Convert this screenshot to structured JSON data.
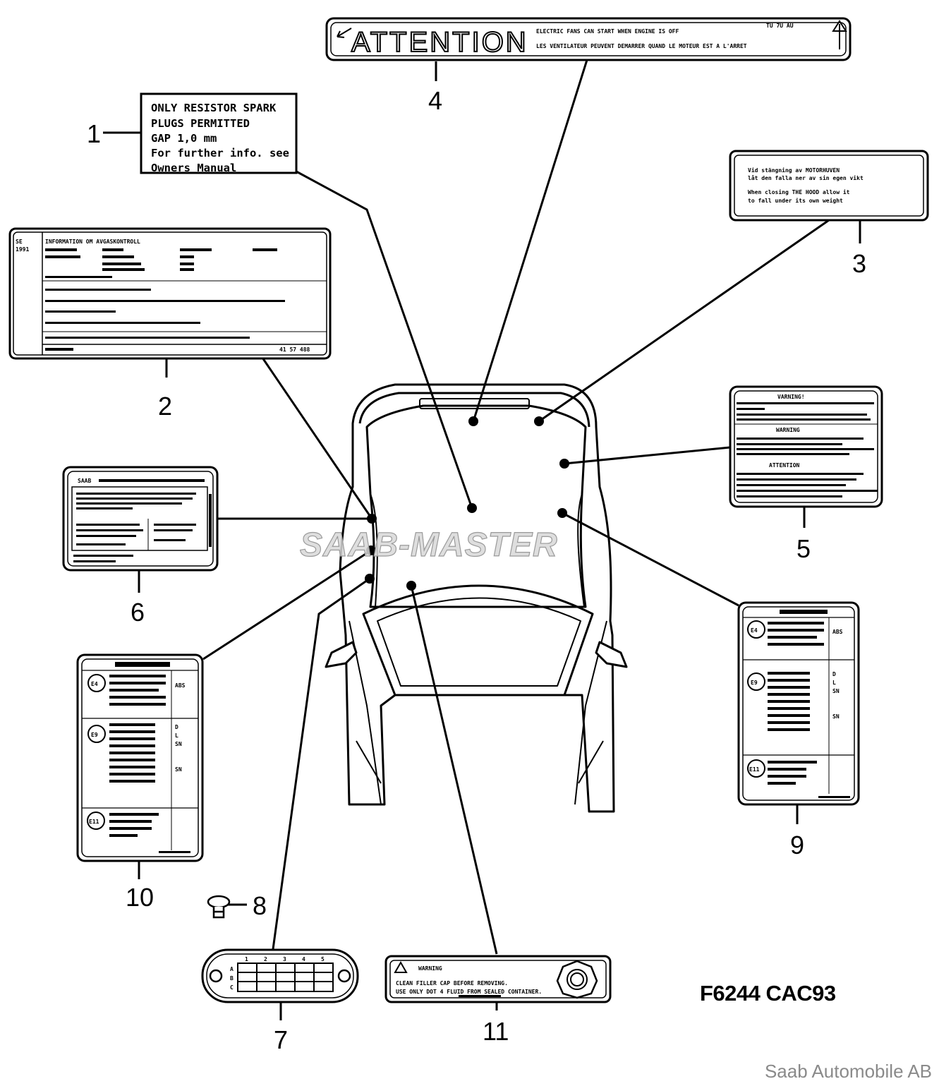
{
  "labels": {
    "l1": {
      "lines": [
        "ONLY RESISTOR SPARK",
        "PLUGS  PERMITTED",
        "GAP  1,0 mm",
        "For  further  info.  see",
        "Owners   Manual"
      ]
    },
    "l2": {
      "header_left": "SE",
      "header_left2": "1991",
      "title": "INFORMATION OM AVGASKONTROLL",
      "number": "41 57 488"
    },
    "l3": {
      "lines": [
        "Vid stängning av MOTORHUVEN",
        "låt den falla ner av sin egen vikt",
        "When closing THE HOOD allow it",
        "to fall under its own weight"
      ]
    },
    "l4": {
      "title": "ATTENTION",
      "line1": "ELECTRIC FANS CAN START WHEN ENGINE IS OFF",
      "line2": "LES VENTILATEUR PEUVENT DEMARRER QUAND LE MOTEUR EST A L'ARRET",
      "code": "TU 7U AU"
    },
    "l5": {
      "h1": "VARNING!",
      "h2": "WARNING",
      "h3": "ATTENTION"
    },
    "l6": {
      "brand": "SAAB"
    },
    "l7": {
      "cols": [
        "1",
        "2",
        "3",
        "4",
        "5"
      ],
      "rows": [
        "A",
        "B",
        "C"
      ]
    },
    "l9": {
      "marks": [
        "E4",
        "E9",
        "E11"
      ],
      "tags": [
        "ABS",
        "D",
        "L",
        "SN",
        "SN"
      ]
    },
    "l10": {
      "marks": [
        "E4",
        "E9",
        "E11"
      ],
      "tags": [
        "ABS",
        "D",
        "L",
        "SN",
        "SN"
      ]
    },
    "l11": {
      "title": "WARNING",
      "line1": "CLEAN FILLER CAP BEFORE REMOVING.",
      "line2": "USE ONLY DOT 4 FLUID FROM SEALED CONTAINER."
    }
  },
  "callouts": [
    "1",
    "2",
    "3",
    "4",
    "5",
    "6",
    "7",
    "8",
    "9",
    "10",
    "11"
  ],
  "watermark": "SAAB-MASTER",
  "figure_ref": "F6244 CAC93",
  "copyright": "Saab Automobile AB"
}
